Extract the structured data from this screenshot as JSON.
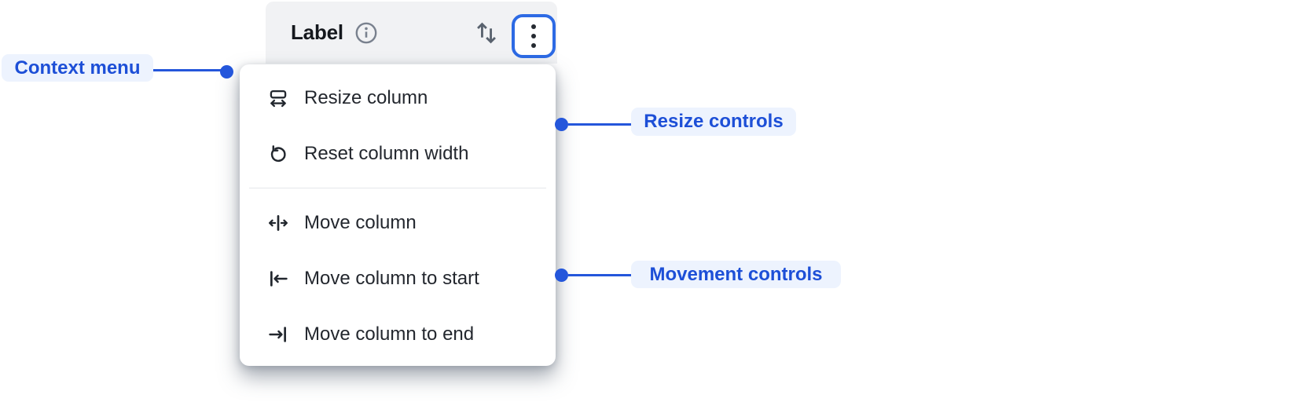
{
  "colors": {
    "accent": "#2456DB",
    "annotation_text": "#1D4FD7",
    "annotation_bg": "#EDF3FE",
    "header_bg": "#F1F2F4",
    "menu_text": "#23272E",
    "focus_ring": "#2D6AE4",
    "icon_gray": "#79818E",
    "sort_gray": "#59626E",
    "divider": "#E5E7EA"
  },
  "header": {
    "title": "Label",
    "info_icon": "info-icon",
    "sort_icon": "sort-ascending-descending-icon",
    "more_icon": "vertical-ellipsis-icon"
  },
  "menu": {
    "items": [
      {
        "icon": "resize-column-icon",
        "label": "Resize column"
      },
      {
        "icon": "reset-column-width-icon",
        "label": "Reset column width"
      },
      {
        "icon": "move-column-icon",
        "label": "Move column"
      },
      {
        "icon": "move-column-to-start-icon",
        "label": "Move column to start"
      },
      {
        "icon": "move-column-to-end-icon",
        "label": "Move column to end"
      }
    ],
    "divider_after_index": 1
  },
  "annotations": [
    {
      "label": "Context menu",
      "points_to": "context-menu"
    },
    {
      "label": "Resize controls",
      "points_to": "resize-menu-items"
    },
    {
      "label": "Movement controls",
      "points_to": "movement-menu-items"
    }
  ]
}
